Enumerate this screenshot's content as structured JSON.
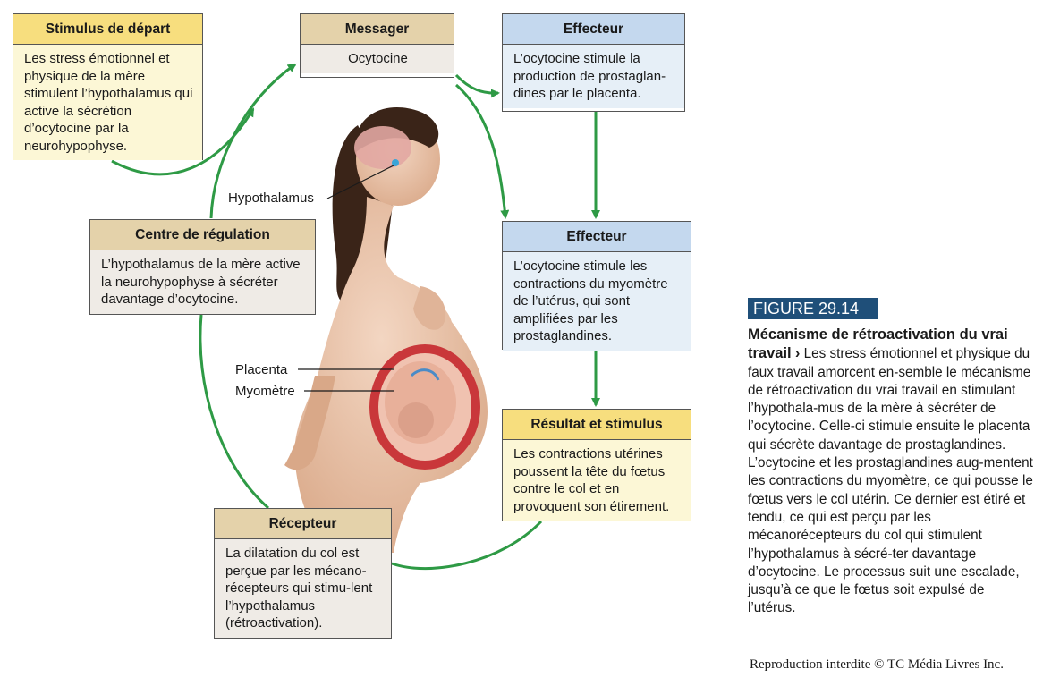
{
  "boxes": {
    "stimulus": {
      "title": "Stimulus de départ",
      "text": "Les stress émotionnel et physique de la mère stimulent l’hypothalamus qui active la sécrétion d’ocytocine par la neurohypophyse."
    },
    "messager": {
      "title": "Messager",
      "text": "Ocytocine"
    },
    "effecteur1": {
      "title": "Effecteur",
      "text": "L’ocytocine stimule la production de prostaglan-dines par le placenta."
    },
    "effecteur2": {
      "title": "Effecteur",
      "text": "L’ocytocine stimule les contractions du myomètre de l’utérus, qui sont amplifiées par les prostaglandines."
    },
    "resultat": {
      "title": "Résultat et stimulus",
      "text": "Les contractions utérines poussent la tête du fœtus contre le col et en provoquent son étirement."
    },
    "recepteur": {
      "title": "Récepteur",
      "text": "La dilatation du col est perçue par les mécano-récepteurs qui stimu-lent l’hypothalamus (rétroactivation)."
    },
    "centre": {
      "title": "Centre de régulation",
      "text": "L’hypothalamus de la mère active la neurohypophyse à sécréter davantage d’ocytocine."
    }
  },
  "labels": {
    "hypothalamus": "Hypothalamus",
    "placenta": "Placenta",
    "myometre": "Myomètre"
  },
  "caption": {
    "figure": "FIGURE 29.14",
    "title": "Mécanisme de rétroactivation du vrai travail",
    "arrow": "›",
    "text": "Les stress émotionnel et physique du faux travail amorcent en-semble le mécanisme de rétroactivation du vrai travail en stimulant l’hypothala-mus de la mère à sécréter de l’ocytocine. Celle-ci stimule ensuite le placenta qui sécrète davantage de prostaglandines. L’ocytocine et les prostaglandines aug-mentent les contractions du myomètre, ce qui pousse le fœtus vers le col utérin. Ce dernier est étiré et tendu, ce qui est perçu par les mécanorécepteurs du col qui stimulent l’hypothalamus à sécré-ter davantage d’ocytocine. Le processus suit une escalade, jusqu’à ce que le fœtus soit expulsé de l’utérus."
  },
  "copyright": "Reproduction interdite © TC Média Livres Inc.",
  "colors": {
    "arrow": "#2e9a45",
    "caption_badge": "#1f4f79"
  }
}
